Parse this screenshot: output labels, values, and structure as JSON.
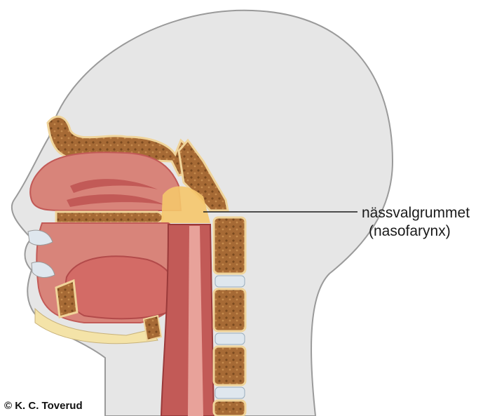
{
  "labels": {
    "primary": "nässvalgrummet",
    "secondary": "(nasofarynx)"
  },
  "credit": "© K. C. Toverud",
  "colors": {
    "skin": "#e6e6e6",
    "outline": "#9a9a9a",
    "flesh": "#d8847a",
    "flesh_dark": "#c25a57",
    "bone": "#a66a35",
    "bone_edge": "#f0d49a",
    "cartilage": "#dfe7ee",
    "highlight": "#f5c66b",
    "fat": "#f4e3a8"
  }
}
